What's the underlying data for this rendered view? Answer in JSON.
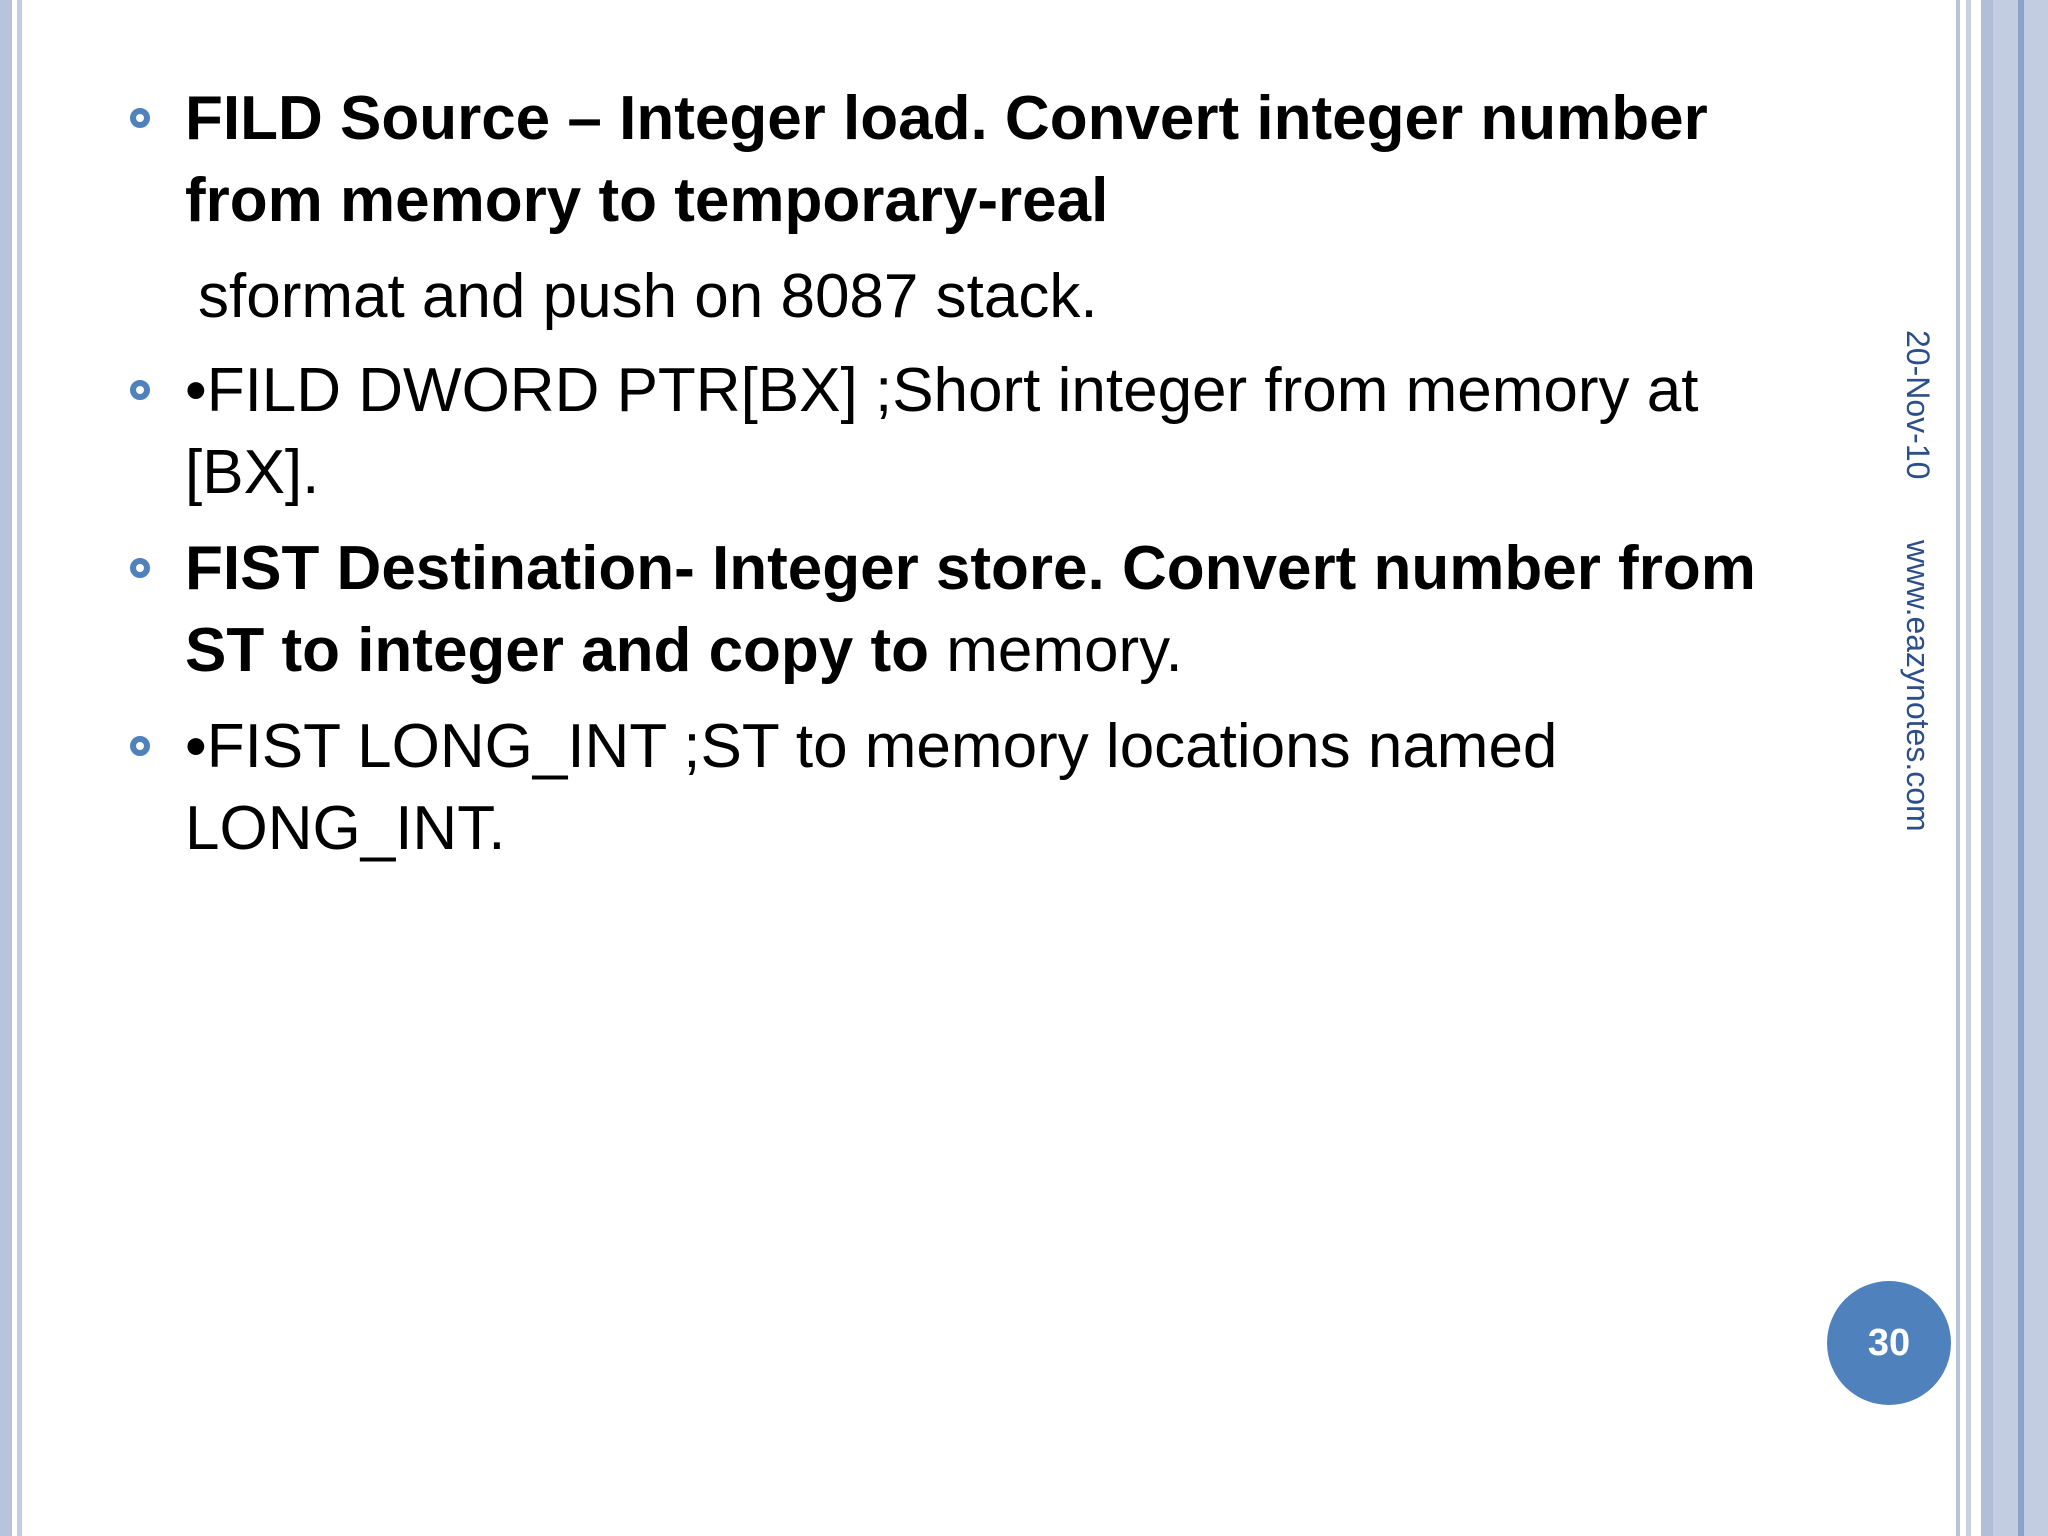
{
  "slide": {
    "bullets": [
      {
        "bold_text": "FILD Source – Integer load. Convert integer number from memory to temporary-real",
        "normal_text": ""
      },
      {
        "bold_text": "",
        "normal_text": "•FILD DWORD PTR[BX] ;Short integer from memory at [BX]."
      },
      {
        "bold_text": "FIST Destination- Integer store. Convert number from ST to integer and copy to",
        "normal_text": " memory."
      },
      {
        "bold_text": "",
        "normal_text": "•FIST LONG_INT ;ST to memory locations named LONG_INT."
      }
    ],
    "continuation_text": "sformat and push on 8087 stack.",
    "date": "20-Nov-10",
    "website": "www.eazynotes.com",
    "page_number": "30"
  },
  "colors": {
    "accent": "#4f81bd",
    "side_text": "#2c4f8a",
    "border": "#b7c4dc"
  }
}
